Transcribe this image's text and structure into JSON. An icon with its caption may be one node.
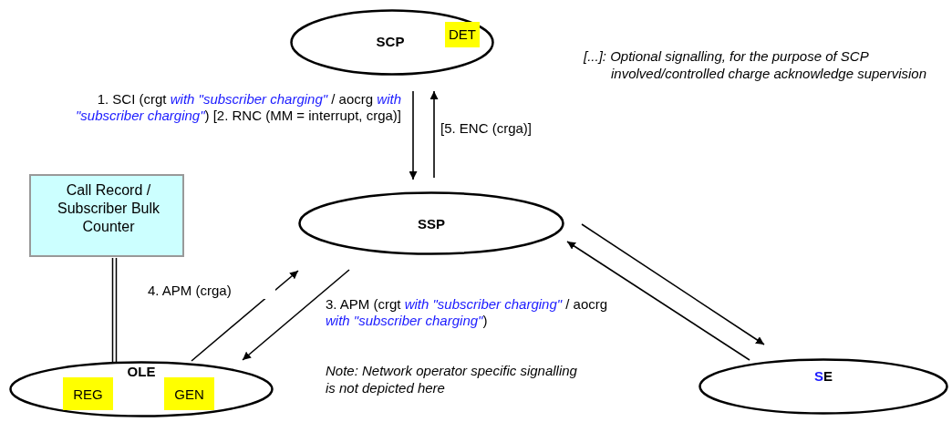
{
  "diagram": {
    "nodes": [
      {
        "text": [
          "SCP"
        ]
      },
      {
        "text": [
          "DET"
        ],
        "in": 0
      },
      {
        "text": [
          "Call Record / Subscriber Bulk Counter"
        ]
      },
      {
        "text": [
          "SSP"
        ]
      },
      {
        "text": [
          "OLE"
        ]
      },
      {
        "text": [
          "REG"
        ],
        "in": 4
      },
      {
        "text": [
          "GEN"
        ],
        "in": 4
      },
      {
        "text": [
          "SE"
        ]
      }
    ],
    "edges": [
      {
        "from": 0,
        "to": 3,
        "arrow": "to",
        "label": "1. SCI (crgt *with \"subscriber charging\"* / aocrg *with \"subscriber charging\"*) [2. RNC (MM = interrupt, crga)]"
      },
      {
        "from": 3,
        "to": 0,
        "arrow": "to",
        "label": "[5. ENC (crga)]"
      },
      {
        "from": 4,
        "to": 3,
        "arrow": "to",
        "label": "4. APM (crga)"
      },
      {
        "from": 3,
        "to": 4,
        "arrow": "to",
        "label": "3. APM (crgt *with \"subscriber charging\"* / aocrg *with \"subscriber charging\"*)"
      },
      {
        "from": 3,
        "to": 7,
        "arrow": "to"
      },
      {
        "from": 7,
        "to": 3,
        "arrow": "to"
      },
      {
        "from": 2,
        "to": 4,
        "arrow": "none"
      }
    ],
    "labels": [
      "[...]: Optional signalling, for the  purpose of SCP involved/controlled charge acknowledge supervision",
      "Note: Network operator specific signalling is not depicted here"
    ]
  }
}
